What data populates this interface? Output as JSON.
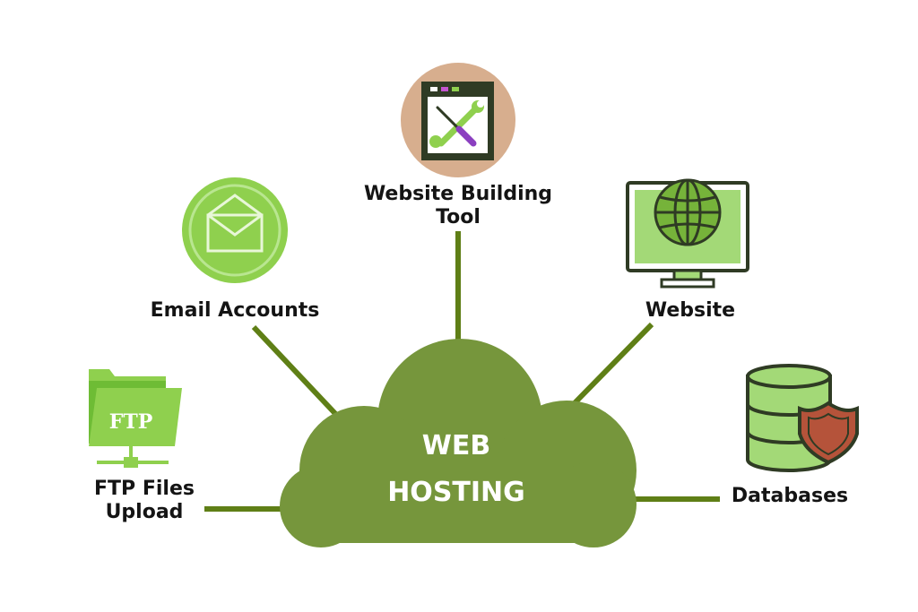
{
  "center": {
    "title_line1": "WEB",
    "title_line2": "HOSTING"
  },
  "nodes": {
    "website_building_tool": {
      "line1": "Website Building",
      "line2": "Tool",
      "icon": "browser-window-tools-icon"
    },
    "email_accounts": {
      "label": "Email Accounts",
      "icon": "envelope-icon"
    },
    "website": {
      "label": "Website",
      "icon": "monitor-globe-icon"
    },
    "ftp_files_upload": {
      "line1": "FTP Files",
      "line2": "Upload",
      "icon": "ftp-folder-icon",
      "folder_text": "FTP"
    },
    "databases": {
      "label": "Databases",
      "icon": "database-shield-icon"
    }
  },
  "colors": {
    "cloud": "#76963c",
    "connector": "#5f7f16",
    "light_green": "#a3d977",
    "bright_green": "#8fd04e",
    "icon_bg_tan": "#d7ae8e",
    "shield_red": "#b5533a",
    "dark_outline": "#2f3b24"
  }
}
